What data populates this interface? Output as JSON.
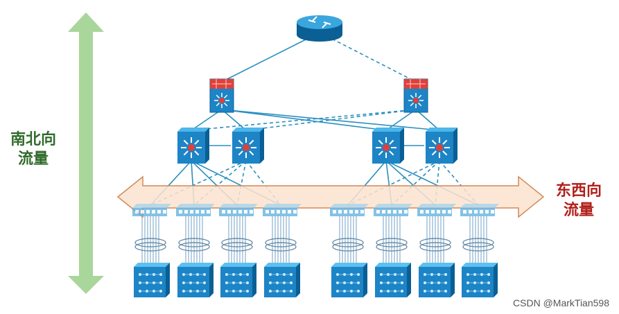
{
  "labels": {
    "north_south": [
      "南北向",
      "流量"
    ],
    "east_west": [
      "东西向",
      "流量"
    ]
  },
  "watermark": "CSDN @MarkTian598",
  "colors": {
    "ns_arrow": "#a9d69a",
    "ew_arrow_fill": "#fbe3cf",
    "ew_arrow_stroke": "#d08a5a",
    "link": "#2a8fc0",
    "device_blue": "#1d84c6",
    "device_dark": "#0a5f95",
    "firewall_red": "#e0403a",
    "ns_text": "#2f6a2a",
    "ew_text": "#b0201a"
  },
  "devices": {
    "router": "router-icon",
    "firewalls": [
      "firewall-switch-icon",
      "firewall-switch-icon"
    ],
    "aggregation_switches": [
      "multilayer-switch-icon",
      "multilayer-switch-icon",
      "multilayer-switch-icon",
      "multilayer-switch-icon"
    ],
    "access_switch_count": 8,
    "server_count": 8
  }
}
